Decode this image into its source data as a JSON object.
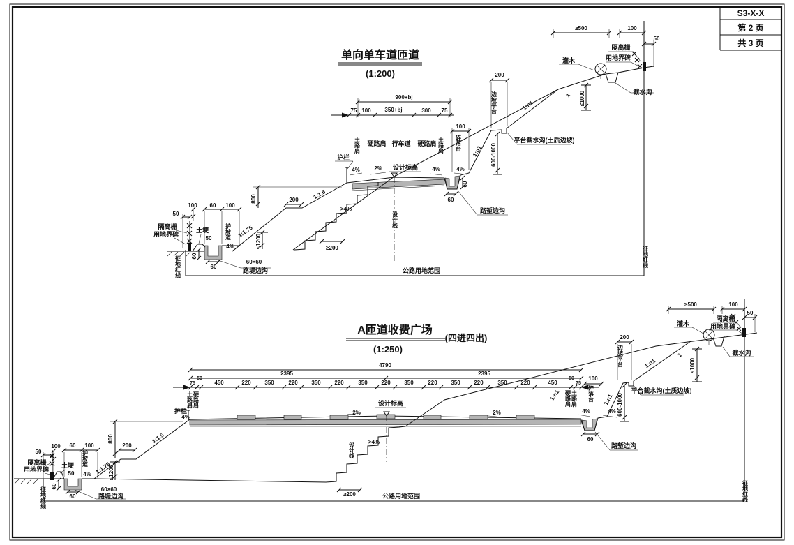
{
  "title_block": {
    "code": "S3-X-X",
    "page": "第 2 页",
    "total": "共 3 页"
  },
  "s1": {
    "title": "单向单车道匝道",
    "scale": "(1:200)"
  },
  "s2": {
    "title": "A匝道收费广场",
    "scale": "(1:250)",
    "note": "(四进四出)"
  },
  "lbl": {
    "pct4": "4%",
    "pct2": "2%",
    "step_slope": ">4%",
    "step_min": "≥200",
    "d50": "50",
    "d60": "60",
    "d75": "75",
    "d100": "100",
    "d200": "200",
    "d300": "300",
    "d800": "800",
    "d220": "220",
    "d350": "350",
    "d450": "450",
    "d2395": "2395",
    "d4790": "4790",
    "d900bj": "900+bj",
    "d350bj": "350+bj",
    "le1200": "≤1200",
    "le1000": "≤1000",
    "ge500": "≥500",
    "h600_1000": "600-1000",
    "one": "1",
    "s115": "1:1.5",
    "s1175": "1:1.75",
    "s1n1": "1:n1",
    "tlj": "土路肩",
    "ylj": "硬路肩",
    "xcd": "行车道",
    "slt": "碎落台",
    "hl": "护栏",
    "hpd": "护坡道",
    "tg": "土埂",
    "sjbg": "设计标高",
    "sjx": "设计线",
    "bppt": "边坡平台",
    "ptjsg": "平台截水沟(土质边坡)",
    "jsg": "截水沟",
    "gm": "灌木",
    "glz": "隔离栅",
    "ydjb": "用地界碑",
    "zdhx": "征地红线",
    "glydfw": "公路用地范围",
    "lqbg": "路堑边沟",
    "ltbg": "路堤边沟",
    "s6060": "60×60"
  }
}
